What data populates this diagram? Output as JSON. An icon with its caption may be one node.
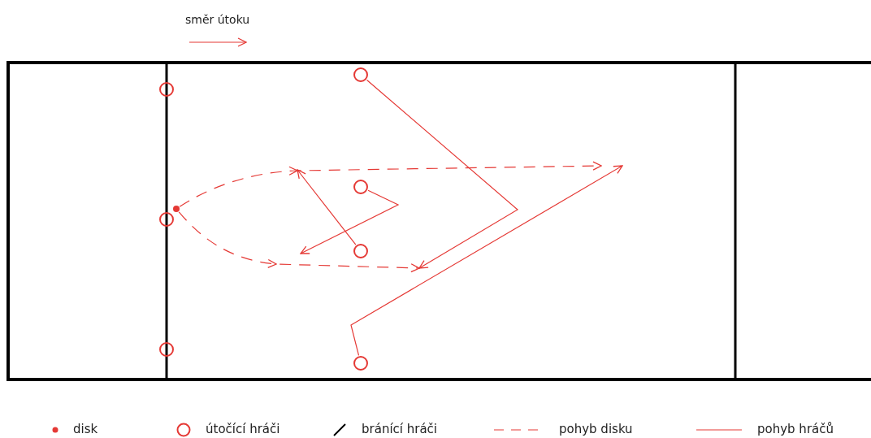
{
  "diagram": {
    "nodes": [
      {
        "text": [],
        "shape": "circle"
      },
      {
        "text": [],
        "shape": "circle"
      },
      {
        "text": [],
        "shape": "circle"
      },
      {
        "text": [],
        "shape": "circle"
      },
      {
        "text": [],
        "shape": "circle"
      },
      {
        "text": [],
        "shape": "circle"
      },
      {
        "text": [],
        "shape": "circle"
      },
      {
        "text": [],
        "shape": "circle"
      }
    ],
    "edges": [
      {
        "from": 3,
        "to": null,
        "arrow": "to"
      },
      {
        "from": 4,
        "to": null,
        "arrow": "to"
      },
      {
        "from": 5,
        "to": null,
        "arrow": "to"
      },
      {
        "from": 6,
        "to": null,
        "arrow": "to"
      },
      {
        "from": 7,
        "to": null,
        "arrow": "to",
        "style": "dashed"
      },
      {
        "from": 7,
        "to": null,
        "arrow": "to",
        "style": "dashed"
      }
    ],
    "labels": [
      "směr útoku"
    ],
    "legend": [
      {
        "text": "disk"
      },
      {
        "text": "útočící hráči"
      },
      {
        "text": "bránící hráči"
      },
      {
        "text": "pohyb disku"
      },
      {
        "text": "pohyb hráčů"
      }
    ]
  }
}
